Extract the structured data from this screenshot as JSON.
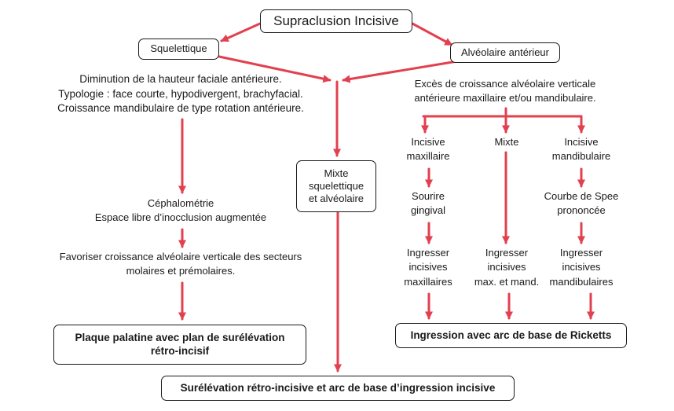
{
  "colors": {
    "arrow": "#e2404f",
    "border": "#1a1a1a",
    "text": "#1a1a1a"
  },
  "root": {
    "label": "Supraclusion Incisive"
  },
  "branches": {
    "squelettique": "Squelettique",
    "alveolaire": "Alvéolaire antérieur"
  },
  "skeletal": {
    "description": [
      "Diminution de la hauteur faciale antérieure.",
      "Typologie : face courte, hypodivergent, brachyfacial.",
      "Croissance mandibulaire de type rotation antérieure."
    ],
    "diagnosis": [
      "Céphalométrie",
      "Espace libre d’inocclusion augmentée"
    ],
    "strategy": [
      "Favoriser croissance alvéolaire verticale des secteurs",
      "molaires et prémolaires."
    ],
    "treatment": [
      "Plaque palatine avec plan de surélévation",
      "rétro-incisif"
    ]
  },
  "mixed": {
    "label": [
      "Mixte",
      "squelettique",
      "et alvéolaire"
    ]
  },
  "alveolar": {
    "description": [
      "Excès de croissance alvéolaire verticale",
      "antérieure maxillaire et/ou mandibulaire."
    ],
    "columns": [
      {
        "title": [
          "Incisive",
          "maxillaire"
        ],
        "sign": [
          "Sourire",
          "gingival"
        ],
        "action": [
          "Ingresser",
          "incisives",
          "maxillaires"
        ]
      },
      {
        "title": [
          "Mixte"
        ],
        "action": [
          "Ingresser",
          "incisives",
          "max. et mand."
        ]
      },
      {
        "title": [
          "Incisive",
          "mandibulaire"
        ],
        "sign": [
          "Courbe de Spee",
          "prononcée"
        ],
        "action": [
          "Ingresser",
          "incisives",
          "mandibulaires"
        ]
      }
    ],
    "treatment": "Ingression avec arc de base de Ricketts"
  },
  "final_treatment": "Surélévation rétro-incisive et arc de base d’ingression incisive"
}
